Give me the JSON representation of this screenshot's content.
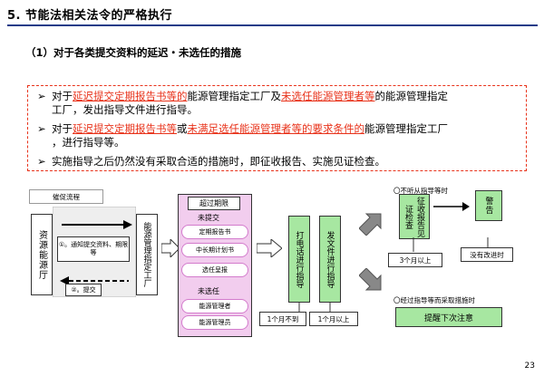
{
  "title": "5.  节能法相关法令的严格执行",
  "subtitle": "（1）对于各类提交资料的延迟・未选任的措施",
  "notice": {
    "line1_a": "对于",
    "line1_red1": "延迟提交定期报告书等的",
    "line1_b": "能源管理指定工厂及",
    "line1_red2": "未选任能源管理者等",
    "line1_c": "的能源管理指定",
    "line1_d": "工厂，发出指导文件进行指导。",
    "line2_a": "对于",
    "line2_red1": "延迟提交定期报告书等",
    "line2_b": "或",
    "line2_red2": "未满足选任能源管理者等的要求条件的",
    "line2_c": "能源管理指定工厂",
    "line2_d": "，进行指导等。",
    "line3": "实施指导之后仍然没有采取合适的措施时，即征收报告、实施见证检查。"
  },
  "flow": {
    "header": "催促流程",
    "agency": "资源能源厅",
    "step1": "①。通知提交资料、期限等",
    "step2": "②。提交",
    "factory": "能源管理指定工厂",
    "deadline_title": "超过期限",
    "not_submitted": "未提交",
    "reports": [
      "定期报告书",
      "中长期计划书",
      "选任呈报"
    ],
    "not_selected": "未选任",
    "managers": [
      "能源管理者",
      "能源管理员"
    ],
    "phone": "打电话进行指导",
    "document": "发文件进行指导",
    "time_a": "1个月不到",
    "time_b": "1个月以上",
    "no_follow": "〇不听从指导等时",
    "inspect": "征收报告见证检查",
    "warn": "警告",
    "time_c": "3个月以上",
    "no_improve": "没有改进时",
    "measures": "〇经过指导等而采取措施时",
    "reminder": "提醒下次注意"
  },
  "page_number": "23"
}
